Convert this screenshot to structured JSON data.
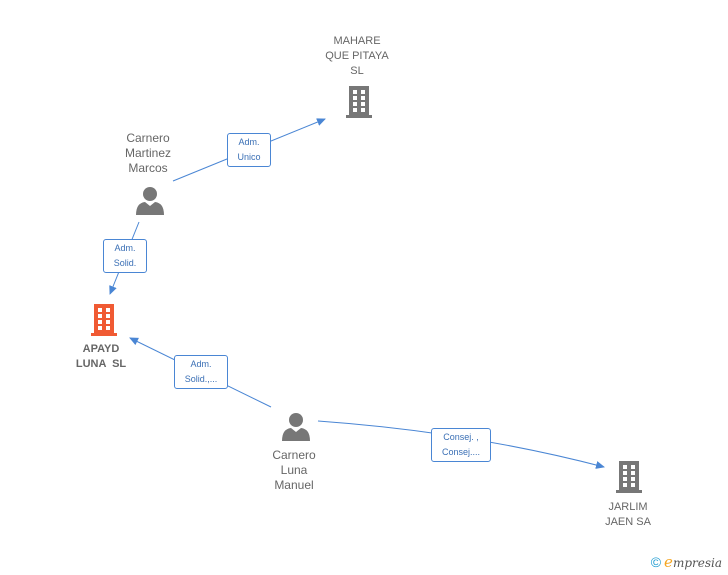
{
  "colors": {
    "edge": "#4a86d4",
    "node_gray": "#777777",
    "node_main": "#f05a33",
    "background": "#ffffff"
  },
  "nodes": {
    "mahare": {
      "label": "MAHARE QUE PITAYA SL",
      "lines": [
        "MAHARE",
        "QUE PITAYA",
        "SL"
      ],
      "icon": "building-icon"
    },
    "carnero_marcos": {
      "label": "Carnero Martinez Marcos",
      "lines": [
        "Carnero",
        "Martinez",
        "Marcos"
      ],
      "icon": "person-icon"
    },
    "apayd": {
      "label": "APAYD LUNA SL",
      "lines": [
        "APAYD",
        "LUNA  SL"
      ],
      "icon": "building-icon"
    },
    "carnero_manuel": {
      "label": "Carnero Luna Manuel",
      "lines": [
        "Carnero",
        "Luna",
        "Manuel"
      ],
      "icon": "person-icon"
    },
    "jarlim": {
      "label": "JARLIM JAEN SA",
      "lines": [
        "JARLIM",
        "JAEN SA"
      ],
      "icon": "building-icon"
    }
  },
  "edges": [
    {
      "from": "carnero_marcos",
      "to": "mahare",
      "lines": [
        "Adm.",
        "Unico"
      ]
    },
    {
      "from": "carnero_marcos",
      "to": "apayd",
      "lines": [
        "Adm.",
        "Solid."
      ]
    },
    {
      "from": "carnero_manuel",
      "to": "apayd",
      "lines": [
        "Adm.",
        "Solid.,..."
      ]
    },
    {
      "from": "carnero_manuel",
      "to": "jarlim",
      "lines": [
        "Consej. ,",
        "Consej...."
      ]
    }
  ],
  "brand": {
    "copyright": "©",
    "e": "e",
    "rest": "mpresia"
  }
}
